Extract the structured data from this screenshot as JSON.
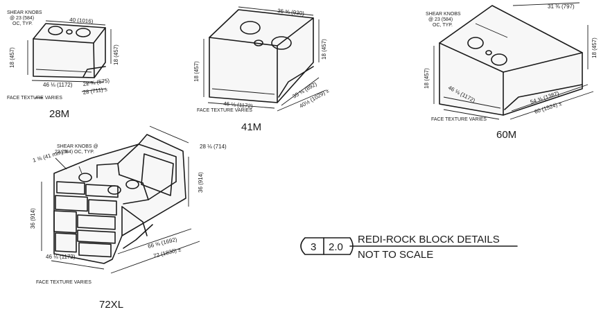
{
  "blocks": {
    "b28m": {
      "label": "28M",
      "shear_note_1": "SHEAR KNOBS",
      "shear_note_2": "@ 23 (584)",
      "shear_note_3": "OC, TYP.",
      "dim_top": "40 (1016)",
      "dim_height_left": "18 (457)",
      "dim_height_right": "18 (457)",
      "dim_width": "46 ⅛ (1172)",
      "dim_depth_1": "22 ⅝ (575)",
      "dim_depth_2": "28 (711) ±",
      "face_note": "FACE TEXTURE VARIES"
    },
    "b41m": {
      "label": "41M",
      "dim_top": "36 ⅝ (930)",
      "dim_height_left": "18 (457)",
      "dim_height_right": "18 (457)",
      "dim_width": "46 ⅛ (1172)",
      "dim_depth_1": "35 ⅛ (892)",
      "dim_depth_2": "40½ (1029) ±",
      "face_note": "FACE TEXTURE VARIES"
    },
    "b60m": {
      "label": "60M",
      "shear_note_1": "SHEAR KNOBS",
      "shear_note_2": "@ 23 (584)",
      "shear_note_3": "OC, TYP.",
      "dim_top": "31 ⅜ (797)",
      "dim_height_left": "18 (457)",
      "dim_height_right": "18 (457)",
      "dim_width": "46 ⅛ (1172)",
      "dim_depth_1": "54 ⅝ (1387)",
      "dim_depth_2": "60 (1524) ±",
      "face_note": "FACE TEXTURE VARIES"
    },
    "b72xl": {
      "label": "72XL",
      "shear_note_1": "SHEAR KNOBS @",
      "shear_note_2": "23 (584) OC, TYP.",
      "dim_knob": "1 ⅝ (41 mm) ±",
      "dim_top": "28 ⅛ (714)",
      "dim_height_left": "36 (914)",
      "dim_height_right": "36 (914)",
      "dim_width": "46 ⅛ (1172)",
      "dim_depth_1": "66 ⅝ (1692)",
      "dim_depth_2": "72 (1830) ±",
      "face_note": "FACE TEXTURE VARIES"
    }
  },
  "detail_tag": {
    "detail_number": "3",
    "sheet_number": "2.0",
    "title": "REDI-ROCK BLOCK DETAILS",
    "scale": "NOT TO SCALE"
  }
}
